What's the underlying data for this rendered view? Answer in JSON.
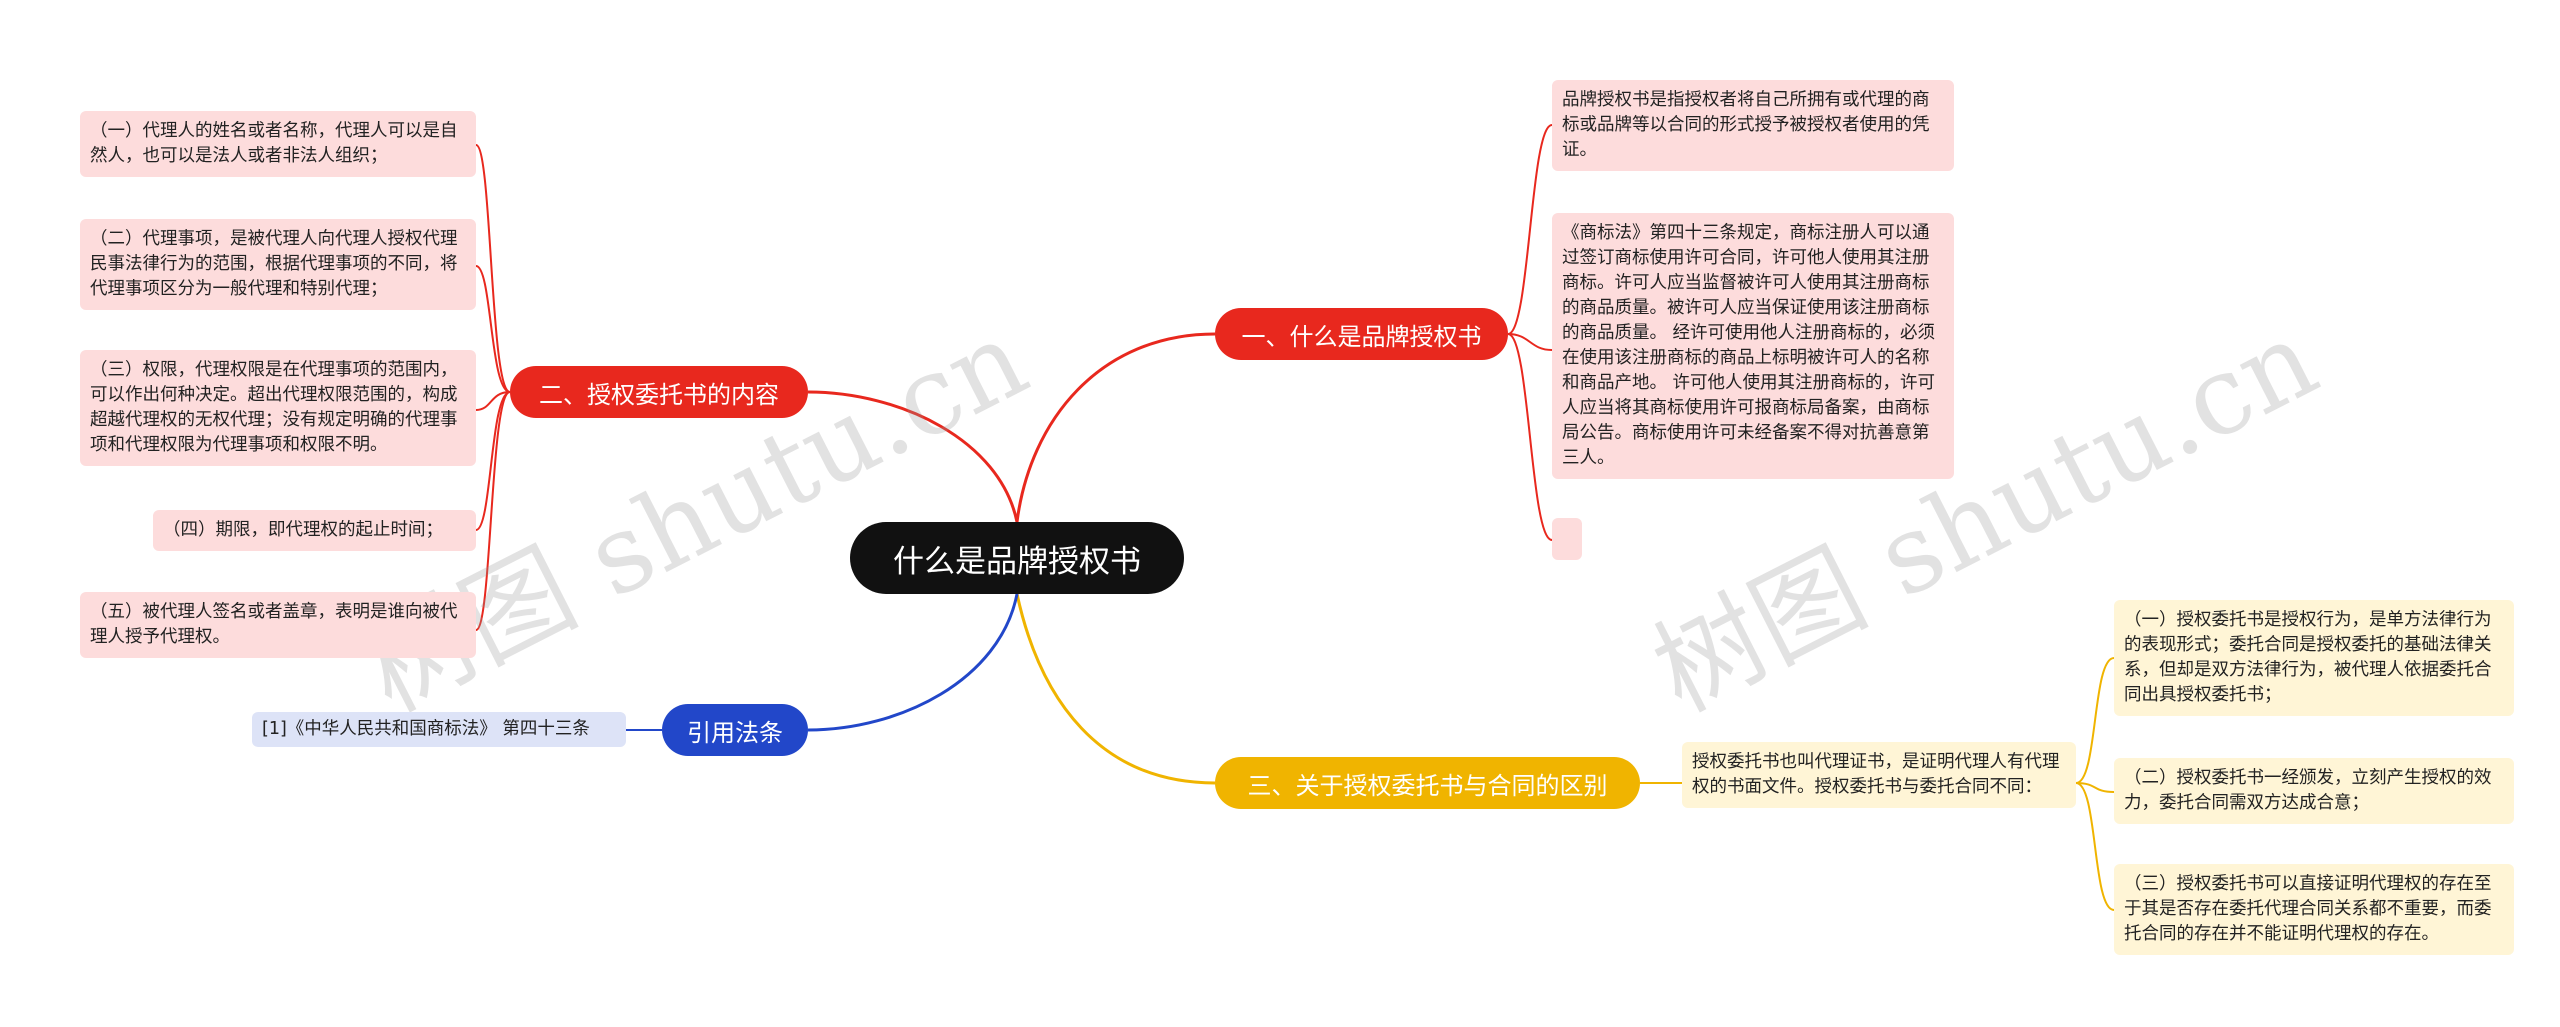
{
  "root": {
    "label": "什么是品牌授权书"
  },
  "branches": {
    "what_is": {
      "label": "一、什么是品牌授权书",
      "color": "#e8281e",
      "leaves": [
        "品牌授权书是指授权者将自己所拥有或代理的商标或品牌等以合同的形式授予被授权者使用的凭证。",
        "《商标法》第四十三条规定，商标注册人可以通过签订商标使用许可合同，许可他人使用其注册商标。许可人应当监督被许可人使用其注册商标的商品质量。被许可人应当保证使用该注册商标的商品质量。 经许可使用他人注册商标的，必须在使用该注册商标的商品上标明被许可人的名称和商品产地。 许可他人使用其注册商标的，许可人应当将其商标使用许可报商标局备案，由商标局公告。商标使用许可未经备案不得对抗善意第三人。",
        ""
      ]
    },
    "content": {
      "label": "二、授权委托书的内容",
      "color": "#e8281e",
      "leaves": [
        "（一）代理人的姓名或者名称，代理人可以是自然人，也可以是法人或者非法人组织；",
        "（二）代理事项，是被代理人向代理人授权代理民事法律行为的范围，根据代理事项的不同，将代理事项区分为一般代理和特别代理；",
        "（三）权限，代理权限是在代理事项的范围内，可以作出何种决定。超出代理权限范围的，构成超越代理权的无权代理；没有规定明确的代理事项和代理权限为代理事项和权限不明。",
        "（四）期限，即代理权的起止时间；",
        "（五）被代理人签名或者盖章，表明是谁向被代理人授予代理权。"
      ]
    },
    "difference": {
      "label": "三、关于授权委托书与合同的区别",
      "color": "#f0b400",
      "intro": "授权委托书也叫代理证书，是证明代理人有代理权的书面文件。授权委托书与委托合同不同：",
      "leaves": [
        "（一）授权委托书是授权行为，是单方法律行为的表现形式；委托合同是授权委托的基础法律关系，但却是双方法律行为，被代理人依据委托合同出具授权委托书；",
        "（二）授权委托书一经颁发，立刻产生授权的效力，委托合同需双方达成合意；",
        "（三）授权委托书可以直接证明代理权的存在至于其是否存在委托代理合同关系都不重要，而委托合同的存在并不能证明代理权的存在。"
      ]
    },
    "cite": {
      "label": "引用法条",
      "color": "#2247c9",
      "leaves": [
        "[1]《中华人民共和国商标法》 第四十三条"
      ]
    }
  },
  "watermark": "树图 shutu.cn"
}
